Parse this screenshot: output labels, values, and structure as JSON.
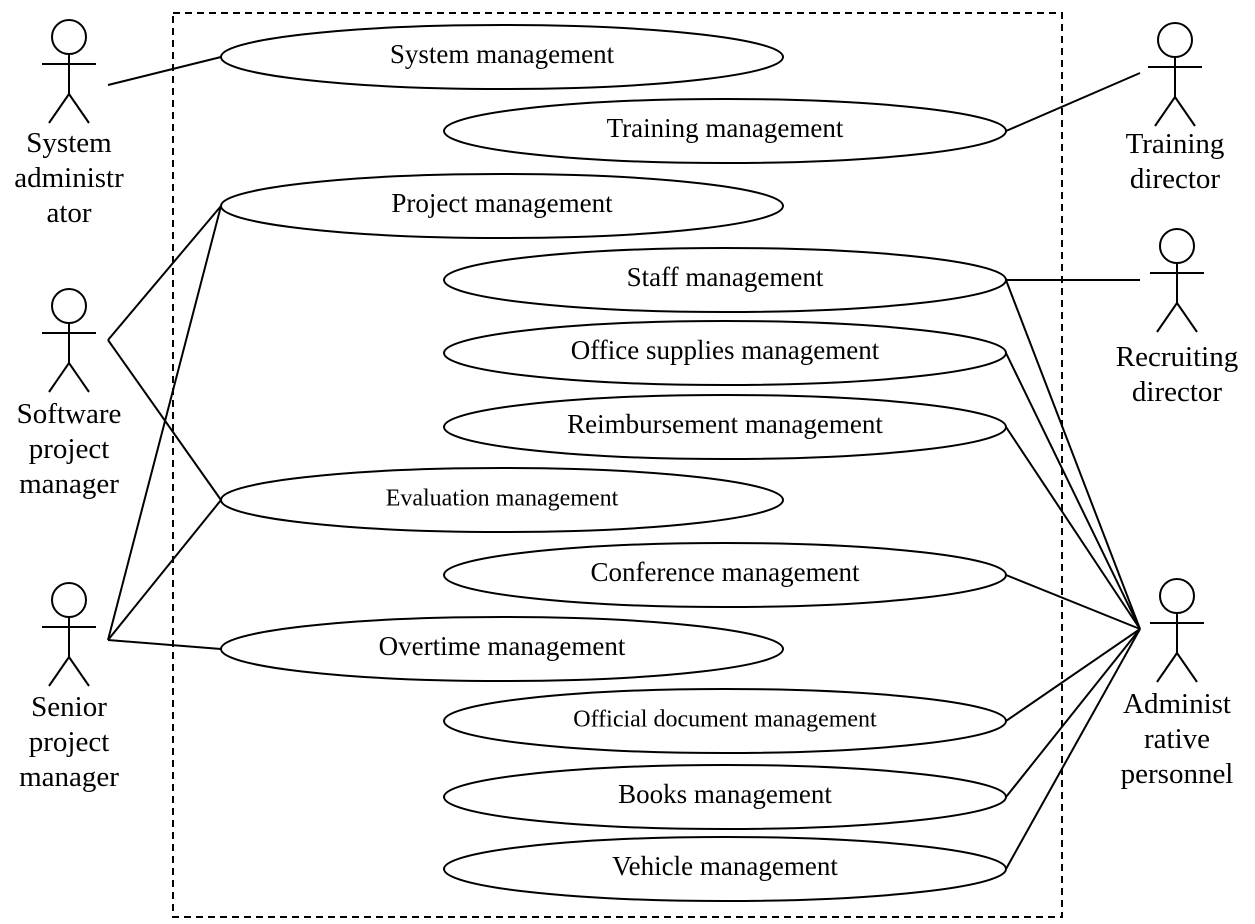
{
  "use_cases": [
    {
      "id": "system",
      "label": "System management"
    },
    {
      "id": "training",
      "label": "Training management"
    },
    {
      "id": "project",
      "label": "Project management"
    },
    {
      "id": "staff",
      "label": "Staff management"
    },
    {
      "id": "office",
      "label": "Office supplies management"
    },
    {
      "id": "reimb",
      "label": "Reimbursement management"
    },
    {
      "id": "evaluation",
      "label": "Evaluation management"
    },
    {
      "id": "conference",
      "label": "Conference management"
    },
    {
      "id": "overtime",
      "label": "Overtime management"
    },
    {
      "id": "official",
      "label": "Official document management"
    },
    {
      "id": "books",
      "label": "Books management"
    },
    {
      "id": "vehicle",
      "label": "Vehicle management"
    }
  ],
  "actors": [
    {
      "id": "sysadmin",
      "label_lines": [
        "System",
        "administr",
        "ator"
      ]
    },
    {
      "id": "spm",
      "label_lines": [
        "Software",
        "project",
        "manager"
      ]
    },
    {
      "id": "senior",
      "label_lines": [
        "Senior",
        "project",
        "manager"
      ]
    },
    {
      "id": "training_dir",
      "label_lines": [
        "Training",
        "director"
      ]
    },
    {
      "id": "recruit_dir",
      "label_lines": [
        "Recruiting",
        "director"
      ]
    },
    {
      "id": "admin",
      "label_lines": [
        "Administ",
        "rative",
        "personnel"
      ]
    }
  ],
  "associations": [
    [
      "sysadmin",
      "system"
    ],
    [
      "training_dir",
      "training"
    ],
    [
      "recruit_dir",
      "staff"
    ],
    [
      "spm",
      "project"
    ],
    [
      "spm",
      "evaluation"
    ],
    [
      "senior",
      "project"
    ],
    [
      "senior",
      "evaluation"
    ],
    [
      "senior",
      "overtime"
    ],
    [
      "admin",
      "staff"
    ],
    [
      "admin",
      "office"
    ],
    [
      "admin",
      "reimb"
    ],
    [
      "admin",
      "conference"
    ],
    [
      "admin",
      "official"
    ],
    [
      "admin",
      "books"
    ],
    [
      "admin",
      "vehicle"
    ]
  ]
}
